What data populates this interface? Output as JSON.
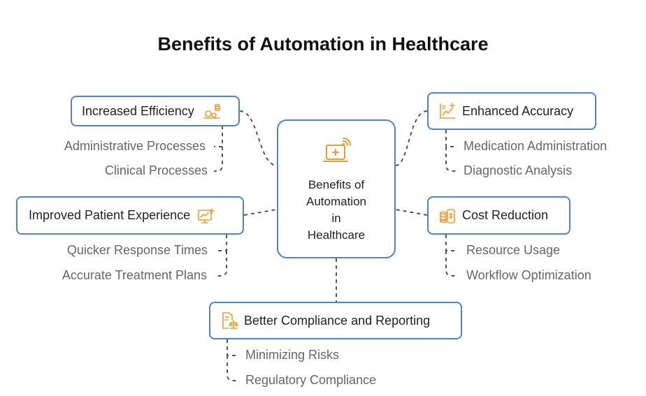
{
  "title": "Benefits of Automation in Healthcare",
  "center": {
    "label": "Benefits of\nAutomation\nin\nHealthcare",
    "icon": "laptop-medical-icon"
  },
  "accent_color": "#f39a2a",
  "border_color": "#4a84d6",
  "branches": [
    {
      "label": "Increased Efficiency",
      "icon": "gears-database-icon",
      "items": [
        "Administrative Processes",
        "Clinical Processes"
      ]
    },
    {
      "label": "Improved Patient Experience",
      "icon": "monitor-chart-plus-icon",
      "items": [
        "Quicker Response Times",
        "Accurate Treatment Plans"
      ]
    },
    {
      "label": "Enhanced Accuracy",
      "icon": "chart-plus-icon",
      "items": [
        "Medication Administration",
        "Diagnostic Analysis"
      ]
    },
    {
      "label": "Cost Reduction",
      "icon": "coins-phone-icon",
      "items": [
        "Resource Usage",
        "Workflow Optimization"
      ]
    },
    {
      "label": "Better Compliance and Reporting",
      "icon": "document-scale-icon",
      "items": [
        "Minimizing Risks",
        "Regulatory Compliance"
      ]
    }
  ]
}
